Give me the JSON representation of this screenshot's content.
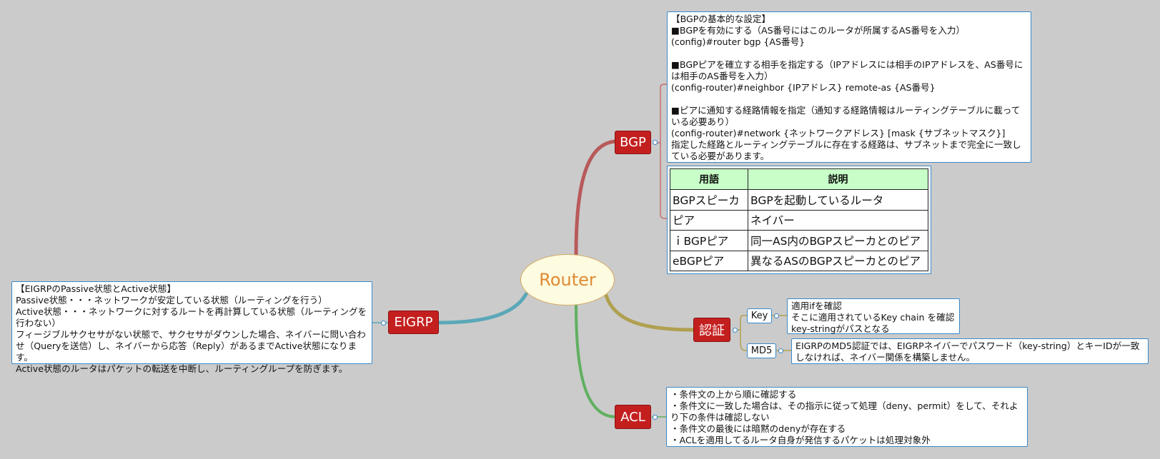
{
  "root": {
    "label": "Router"
  },
  "bgp": {
    "label": "BGP",
    "note_lines": [
      "【BGPの基本的な設定】",
      "■BGPを有効にする（AS番号にはこのルータが所属するAS番号を入力）",
      "(config)#router bgp {AS番号}",
      "",
      "■BGPピアを確立する相手を指定する（IPアドレスには相手のIPアドレスを、AS番号には相手のAS番号を入力）",
      "(config-router)#neighbor {IPアドレス} remote-as {AS番号}",
      "",
      "■ピアに通知する経路情報を指定（通知する経路情報はルーティングテーブルに載っている必要あり）",
      "(config-router)#network {ネットワークアドレス} [mask {サブネットマスク}]",
      "指定した経路とルーティングテーブルに存在する経路は、サブネットまで完全に一致している必要があります。"
    ],
    "table": {
      "headers": [
        "用語",
        "説明"
      ],
      "rows": [
        [
          "BGPスピーカ",
          "BGPを起動しているルータ"
        ],
        [
          "ピア",
          "ネイバー"
        ],
        [
          "ｉBGPピア",
          "同一AS内のBGPスピーカとのピア"
        ],
        [
          "eBGPピア",
          "異なるASのBGPスピーカとのピア"
        ]
      ]
    }
  },
  "eigrp": {
    "label": "EIGRP",
    "note_lines": [
      "【EIGRPのPassive状態とActive状態】",
      "Passive状態・・・ネットワークが安定している状態（ルーティングを行う）",
      "Active状態・・・ネットワークに対するルートを再計算している状態（ルーティングを行わない）",
      "フィージブルサクセサがない状態で、サクセサがダウンした場合、ネイバーに問い合わせ（Queryを送信）し、ネイバーから応答（Reply）があるまでActive状態になります。",
      "Active状態のルータはパケットの転送を中断し、ルーティングループを防ぎます。"
    ]
  },
  "auth": {
    "label": "認証",
    "key": {
      "label": "Key",
      "note_lines": [
        "適用ifを確認",
        "そこに適用されているKey chain を確認",
        "key-stringがパスとなる"
      ]
    },
    "md5": {
      "label": "MD5",
      "note_lines": [
        "EIGRPのMD5認証では、EIGRPネイバーでパスワード（key-string）とキーIDが一致しなければ、ネイバー関係を構築しません。"
      ]
    }
  },
  "acl": {
    "label": "ACL",
    "note_lines": [
      "・条件文の上から順に確認する",
      "・条件文に一致した場合は、その指示に従って処理（deny、permit）をして、それより下の条件は確認しない",
      "・条件文の最後には暗黙のdenyが存在する",
      "・ACLを適用してるルータ自身が発信するパケットは処理対象外"
    ]
  },
  "colors": {
    "bgp_link": "#b85a5a",
    "eigrp_link": "#5aa8b8",
    "auth_link": "#b0a050",
    "acl_link": "#60b060"
  }
}
